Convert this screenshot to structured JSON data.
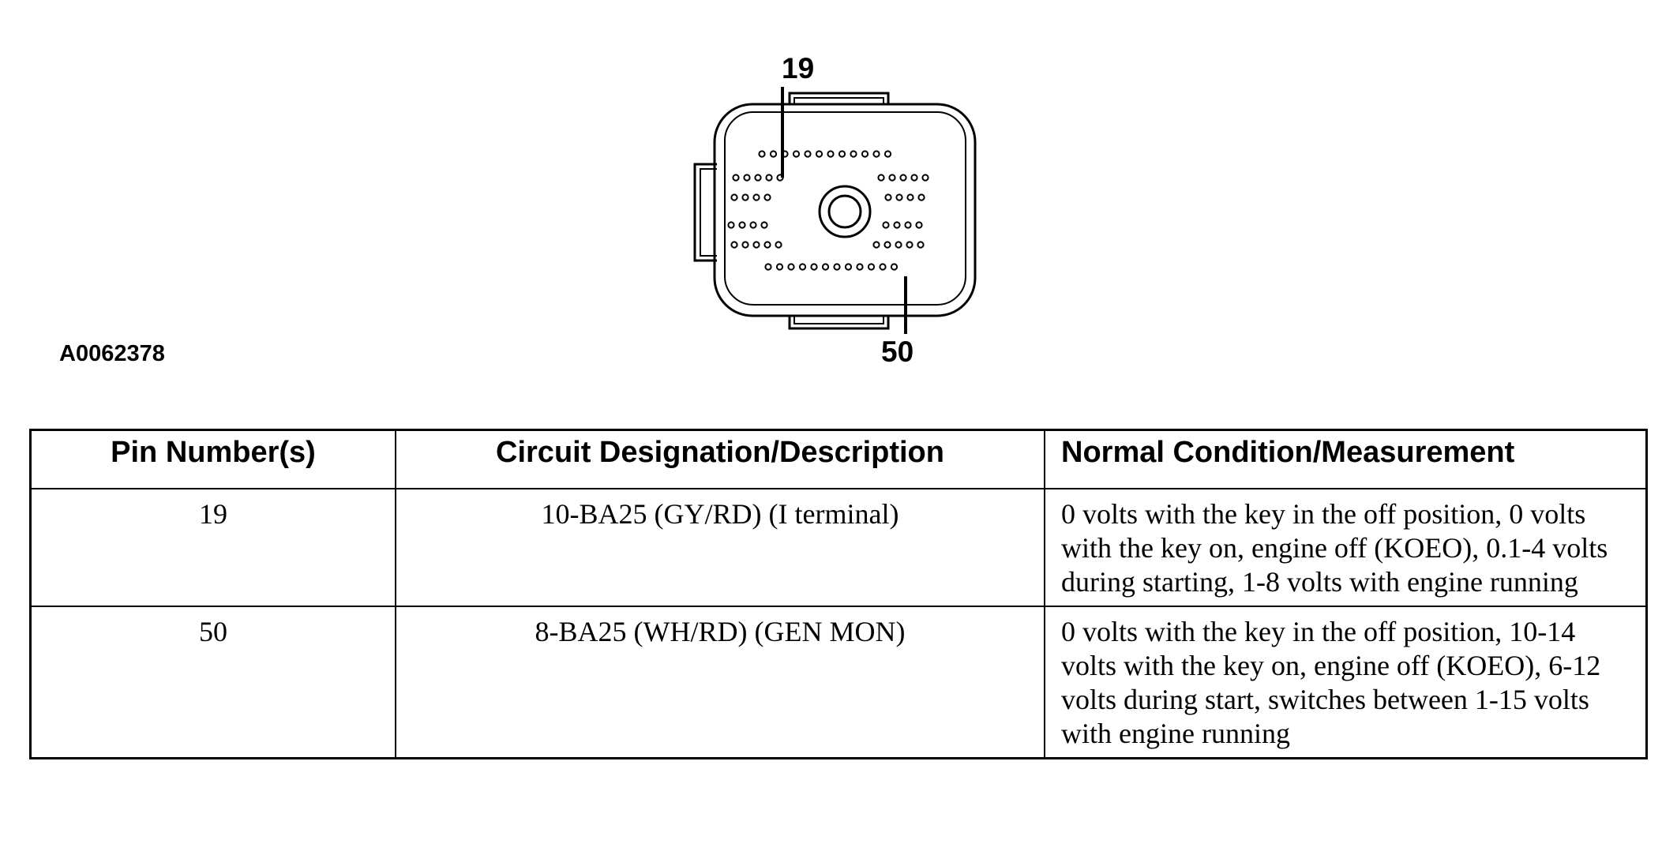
{
  "figure": {
    "id": "A0062378",
    "callout_top": "19",
    "callout_bottom": "50"
  },
  "table": {
    "headers": [
      "Pin Number(s)",
      "Circuit Designation/Description",
      "Normal Condition/Measurement"
    ],
    "rows": [
      {
        "pin": "19",
        "circuit": "10-BA25 (GY/RD) (I terminal)",
        "condition": "0 volts with the key in the off position, 0 volts with the key on, engine off (KOEO), 0.1-4 volts during starting, 1-8 volts with engine running"
      },
      {
        "pin": "50",
        "circuit": "8-BA25 (WH/RD) (GEN MON)",
        "condition": "0 volts with the key in the off position, 10-14 volts with the key on, engine off (KOEO), 6-12 volts during start, switches between 1-15 volts with engine running"
      }
    ]
  }
}
